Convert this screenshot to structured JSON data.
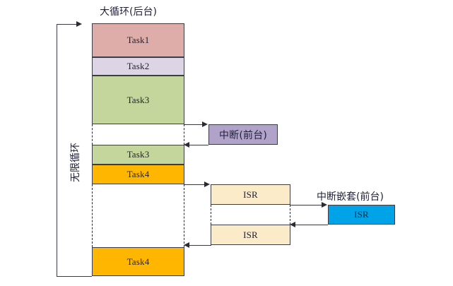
{
  "diagram": {
    "title_background": "大循环(后台)",
    "loop_label": "无限循环",
    "foreground_label": "中断(前台)",
    "nested_label": "中断嵌套(前台)",
    "colors": {
      "task1": "#DFADA9",
      "task2": "#DDD5E6",
      "task3": "#C4D69C",
      "task4": "#FFB600",
      "interrupt": "#B0A2C9",
      "isr": "#FBEBC8",
      "nested_isr": "#00A2E8",
      "stroke": "#3c3c46",
      "text": "#23233a"
    },
    "background_tasks": [
      {
        "name": "task1",
        "label": "Task1"
      },
      {
        "name": "task2",
        "label": "Task2"
      },
      {
        "name": "task3-first",
        "label": "Task3"
      },
      {
        "name": "task3-resumed",
        "label": "Task3"
      },
      {
        "name": "task4-first",
        "label": "Task4"
      },
      {
        "name": "task4-resumed",
        "label": "Task4"
      }
    ],
    "isr_boxes": [
      {
        "name": "isr-upper",
        "label": "ISR"
      },
      {
        "name": "isr-lower",
        "label": "ISR"
      }
    ],
    "nested_isr": {
      "name": "nested-isr",
      "label": "ISR"
    }
  }
}
